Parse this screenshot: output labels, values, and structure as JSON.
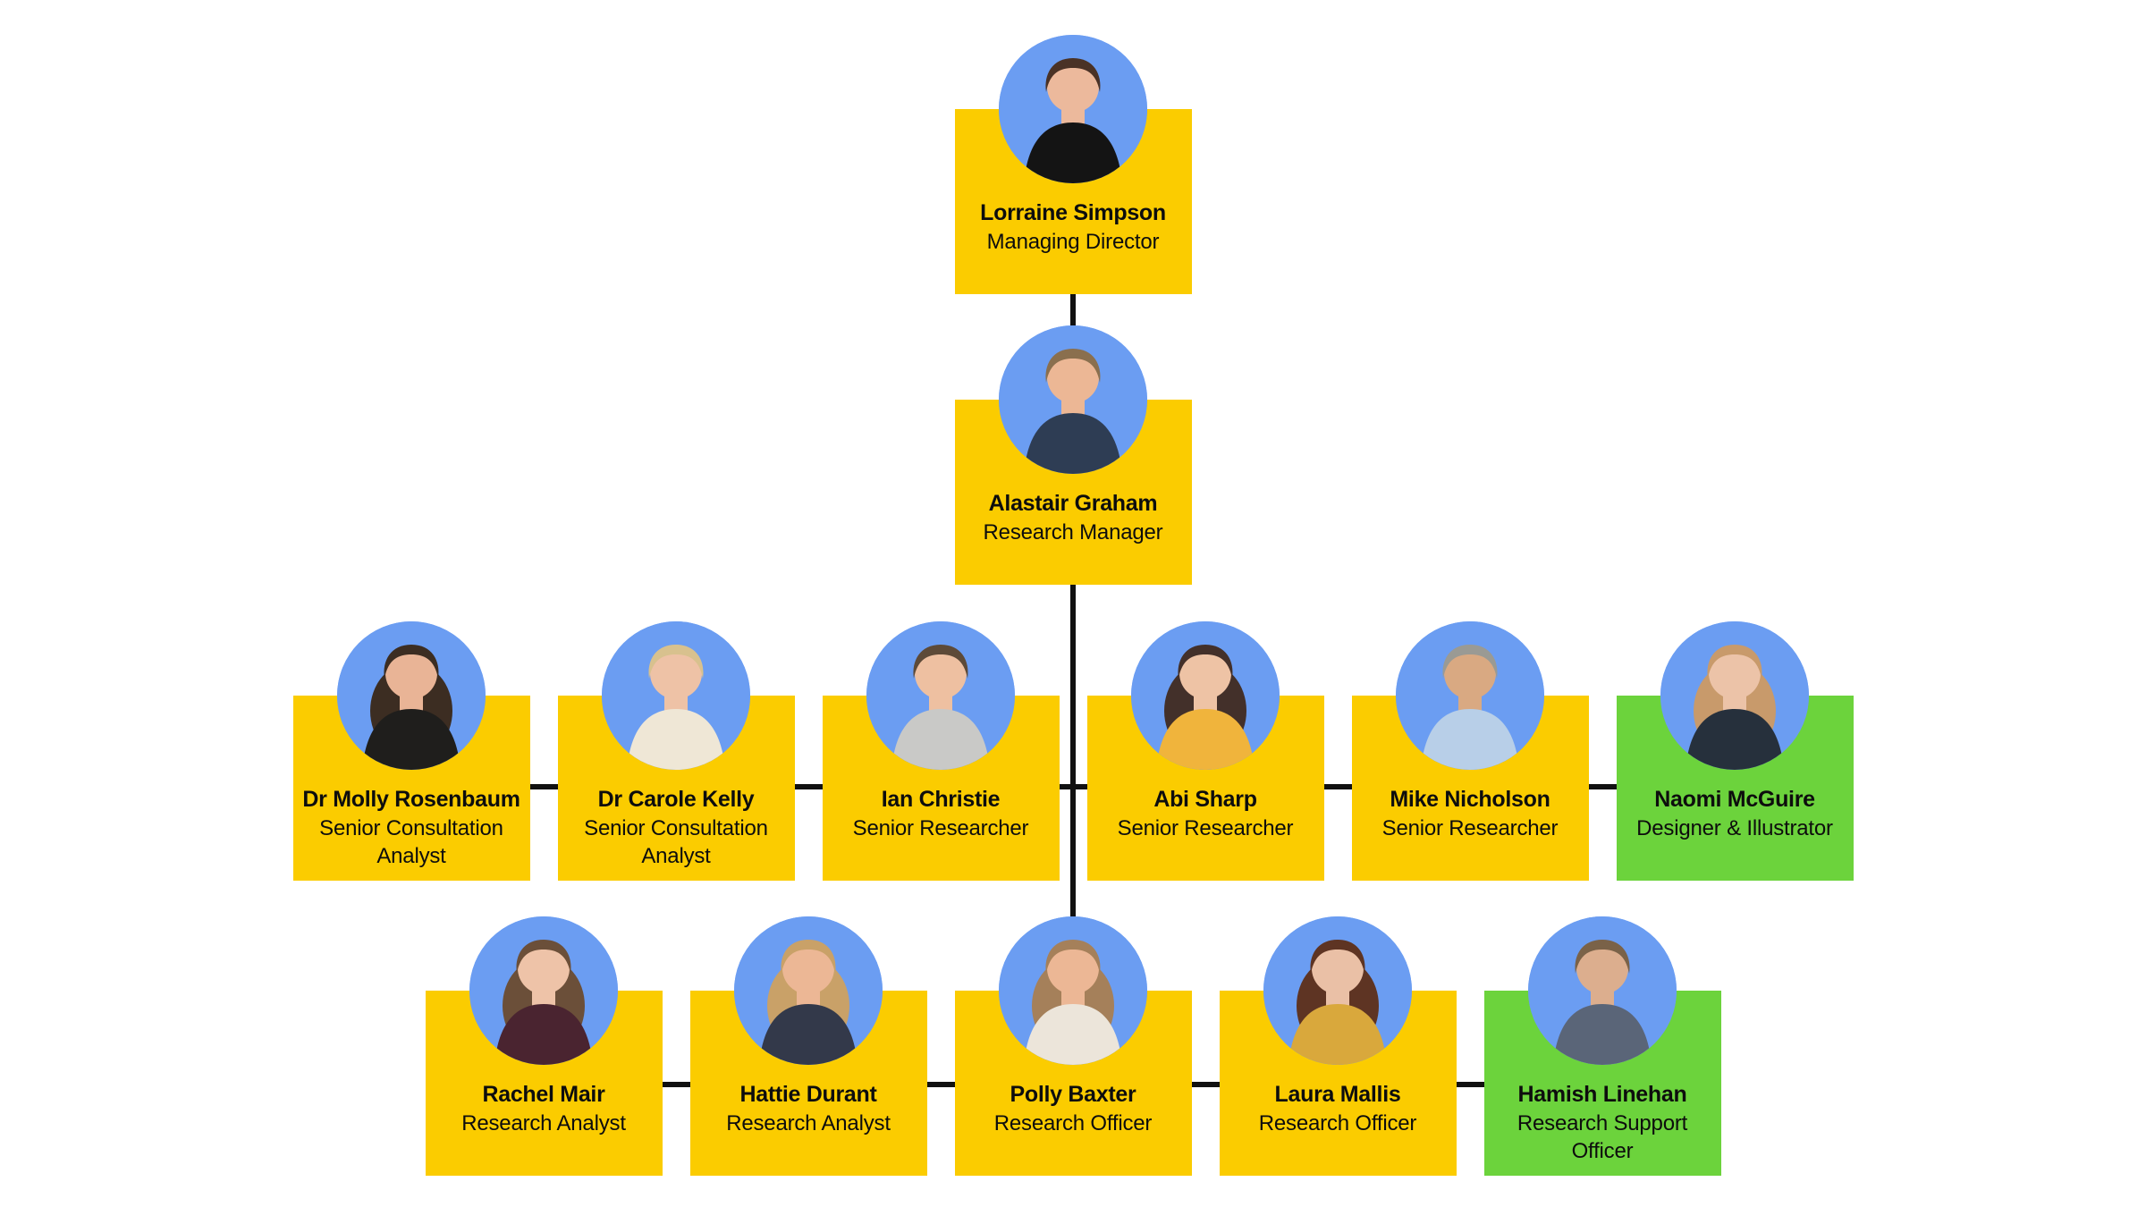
{
  "page": {
    "background": "#ffffff"
  },
  "org_chart": {
    "type": "org-chart",
    "colors": {
      "card_yellow": "#FBCC00",
      "card_green": "#6CD33C",
      "photo_background": "#6B9DF2",
      "connector": "#111111",
      "text": "#0d0d0d"
    },
    "rows": [
      {
        "people": [
          {
            "name": "Lorraine Simpson",
            "role_lines": [
              "Managing Director"
            ],
            "card_color": "yellow",
            "avatar": {
              "hair": "#4a3226",
              "skin": "#ecb99c",
              "shirt": "#141414",
              "long_hair": false
            }
          }
        ]
      },
      {
        "people": [
          {
            "name": "Alastair Graham",
            "role_lines": [
              "Research Manager"
            ],
            "card_color": "yellow",
            "avatar": {
              "hair": "#8a6f4e",
              "skin": "#ecb795",
              "shirt": "#2e3d54",
              "long_hair": false
            }
          }
        ]
      },
      {
        "people": [
          {
            "name": "Dr Molly Rosenbaum",
            "role_lines": [
              "Senior Consultation",
              "Analyst"
            ],
            "card_color": "yellow",
            "avatar": {
              "hair": "#3c2d22",
              "skin": "#e9b496",
              "shirt": "#1f1e1c",
              "long_hair": true
            }
          },
          {
            "name": "Dr Carole Kelly",
            "role_lines": [
              "Senior Consultation",
              "Analyst"
            ],
            "card_color": "yellow",
            "avatar": {
              "hair": "#d8c18e",
              "skin": "#eec2a6",
              "shirt": "#efe7d6",
              "long_hair": false
            }
          },
          {
            "name": "Ian Christie",
            "role_lines": [
              "Senior Researcher"
            ],
            "card_color": "yellow",
            "avatar": {
              "hair": "#5d4a38",
              "skin": "#eec0a1",
              "shirt": "#c9c9c7",
              "long_hair": false
            }
          },
          {
            "name": "Abi Sharp",
            "role_lines": [
              "Senior Researcher"
            ],
            "card_color": "yellow",
            "avatar": {
              "hair": "#43302a",
              "skin": "#eec3a5",
              "shirt": "#f0b43c",
              "long_hair": true
            }
          },
          {
            "name": "Mike Nicholson",
            "role_lines": [
              "Senior Researcher"
            ],
            "card_color": "yellow",
            "avatar": {
              "hair": "#9a9a94",
              "skin": "#d9a982",
              "shirt": "#b8cfe8",
              "long_hair": false
            }
          },
          {
            "name": "Naomi McGuire",
            "role_lines": [
              "Designer & Illustrator"
            ],
            "card_color": "green",
            "avatar": {
              "hair": "#c89a6b",
              "skin": "#ecc3a8",
              "shirt": "#26303c",
              "long_hair": true
            }
          }
        ]
      },
      {
        "people": [
          {
            "name": "Rachel Mair",
            "role_lines": [
              "Research Analyst"
            ],
            "card_color": "yellow",
            "avatar": {
              "hair": "#6b4f39",
              "skin": "#eec3a8",
              "shirt": "#4a2430",
              "long_hair": true
            }
          },
          {
            "name": "Hattie Durant",
            "role_lines": [
              "Research Analyst"
            ],
            "card_color": "yellow",
            "avatar": {
              "hair": "#c9a168",
              "skin": "#ecb795",
              "shirt": "#33394a",
              "long_hair": true
            }
          },
          {
            "name": "Polly Baxter",
            "role_lines": [
              "Research Officer"
            ],
            "card_color": "yellow",
            "avatar": {
              "hair": "#a5805a",
              "skin": "#ecb795",
              "shirt": "#ece5da",
              "long_hair": true
            }
          },
          {
            "name": "Laura Mallis",
            "role_lines": [
              "Research Officer"
            ],
            "card_color": "yellow",
            "avatar": {
              "hair": "#5e3423",
              "skin": "#eac0a6",
              "shirt": "#d9a83c",
              "long_hair": true
            }
          },
          {
            "name": "Hamish Linehan",
            "role_lines": [
              "Research Support",
              "Officer"
            ],
            "card_color": "green",
            "avatar": {
              "hair": "#7a6248",
              "skin": "#dcae8e",
              "shirt": "#5a6578",
              "long_hair": false
            }
          }
        ]
      }
    ]
  }
}
